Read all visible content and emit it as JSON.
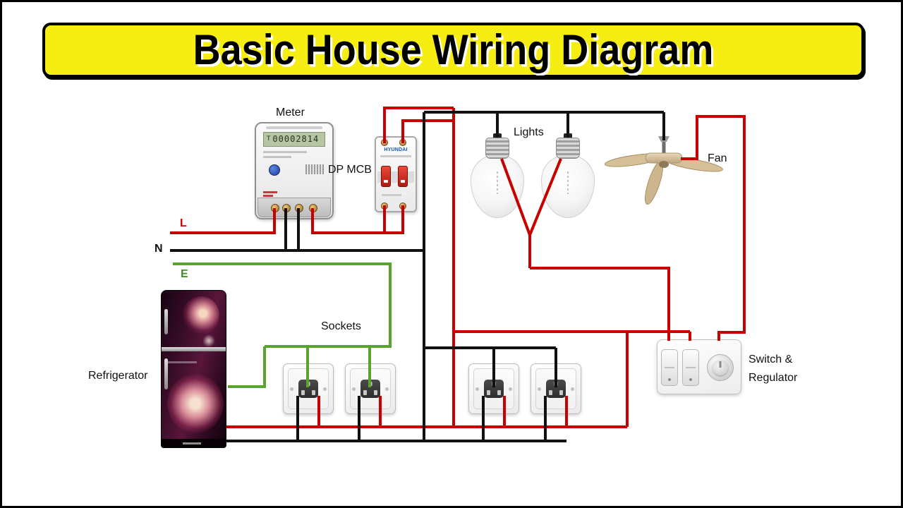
{
  "title": {
    "text": "Basic House Wiring Diagram"
  },
  "colors": {
    "banner_bg": "#f6ee12",
    "banner_border": "#000000",
    "wire_live": "#c80000",
    "wire_neutral": "#111111",
    "wire_earth": "#5aa331",
    "label_live": "#c80000",
    "label_earth": "#3f8f22"
  },
  "labels": {
    "meter": "Meter",
    "dp_mcb": "DP MCB",
    "lights": "Lights",
    "fan": "Fan",
    "live": "L",
    "neutral": "N",
    "earth": "E",
    "refrigerator": "Refrigerator",
    "sockets": "Sockets",
    "switch_regulator_line1": "Switch &",
    "switch_regulator_line2": "Regulator"
  },
  "meter": {
    "display_prefix": "T",
    "display_value": "00002814"
  },
  "mcb": {
    "brand": "HYUNDAI"
  }
}
